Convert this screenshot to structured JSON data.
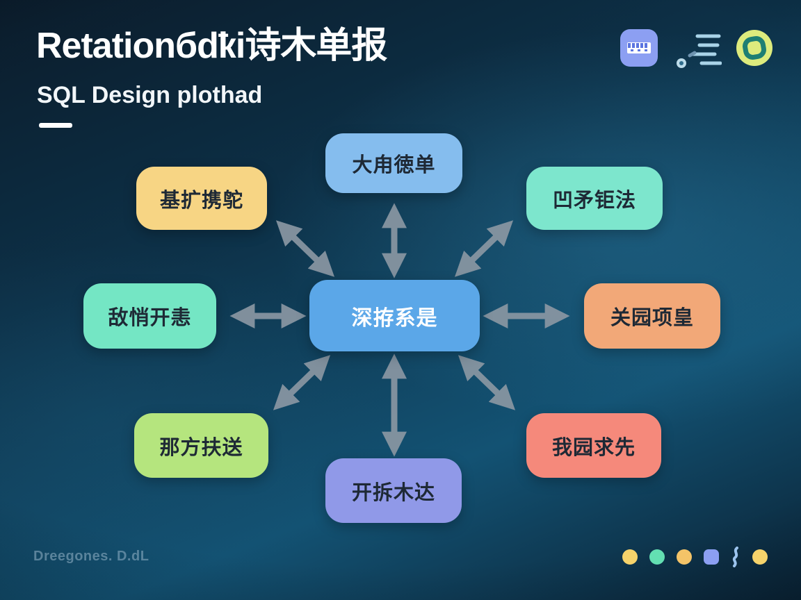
{
  "header": {
    "title": "Retationбdҟi诗木单报",
    "subtitle": "SQL Design plothad",
    "icons": [
      {
        "name": "table-app-icon",
        "bg": "#8C9FF2"
      },
      {
        "name": "list-lines-icon",
        "color": "#A9D3E8"
      },
      {
        "name": "ring-badge-icon",
        "bg": "#DDEB7D",
        "ring": "#1E7F73"
      }
    ]
  },
  "diagram": {
    "center": {
      "label": "深拵系是",
      "bg": "#5BA7E8",
      "text_color": "#FFFFFF"
    },
    "nodes": [
      {
        "id": "top",
        "label": "大甪徳单",
        "bg": "#85BDEE"
      },
      {
        "id": "top-left",
        "label": "基扩携鸵",
        "bg": "#F7D584"
      },
      {
        "id": "top-right",
        "label": "凹矛钜法",
        "bg": "#7DE6CD"
      },
      {
        "id": "left",
        "label": "敌悄开恚",
        "bg": "#74E6C4"
      },
      {
        "id": "right",
        "label": "关园项皇",
        "bg": "#F2A878"
      },
      {
        "id": "bottom-left",
        "label": "那方扶送",
        "bg": "#B5E57E"
      },
      {
        "id": "bottom",
        "label": "开拆木达",
        "bg": "#9099E8"
      },
      {
        "id": "bottom-right",
        "label": "我园求先",
        "bg": "#F5897B"
      }
    ],
    "arrow_color": "#8A97A3"
  },
  "footer": {
    "watermark": "Dreegones. D.dL",
    "dots": [
      {
        "shape": "circle",
        "color": "#F6D36B"
      },
      {
        "shape": "circle",
        "color": "#63DFB2"
      },
      {
        "shape": "circle",
        "color": "#F4C468"
      },
      {
        "shape": "rounded-square",
        "color": "#8C9FF2"
      },
      {
        "shape": "squiggle",
        "color": "#9CC4EE"
      },
      {
        "shape": "circle",
        "color": "#F6D36B"
      }
    ]
  }
}
